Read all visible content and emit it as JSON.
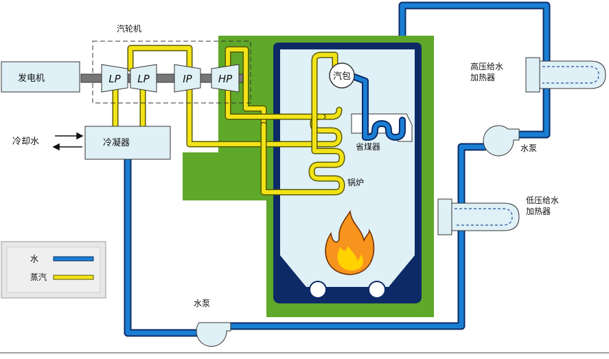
{
  "labels": {
    "turbine_title": "汽轮机",
    "generator": "发电机",
    "cooling_water": "冷却水",
    "condenser": "冷凝器",
    "drum": "汽包",
    "economizer": "省煤器",
    "boiler": "锅炉",
    "hp_heater_line1": "高压给水",
    "hp_heater_line2": "加热器",
    "lp_heater_line1": "低压给水",
    "lp_heater_line2": "加热器",
    "pump_upper": "水泵",
    "pump_lower": "水泵"
  },
  "turbine_stages": [
    "LP",
    "LP",
    "IP",
    "HP"
  ],
  "legend": {
    "water": "水",
    "steam": "蒸汽"
  },
  "colors": {
    "water": "#1a7fd4",
    "steam": "#f2e318",
    "boiler_enclosure": "#5fa82a",
    "boiler_frame": "#0d2a66",
    "box_fill": "#dff0f6",
    "flame_outer": "#f7941d",
    "flame_inner": "#ffd200"
  },
  "icons": {
    "flame": "flame-icon",
    "pump": "pump-icon"
  }
}
